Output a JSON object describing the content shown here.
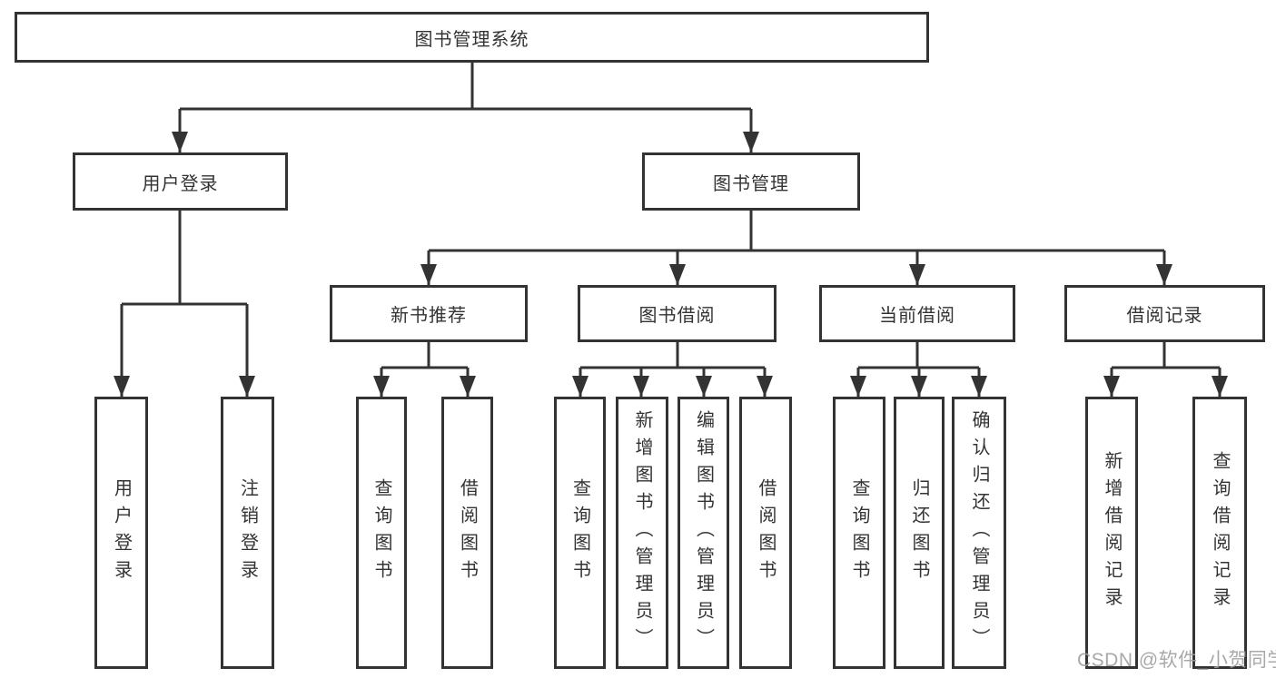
{
  "diagram": {
    "root": "图书管理系统",
    "level2": {
      "user_login": {
        "label": "用户登录",
        "children": [
          "用户登录",
          "注销登录"
        ]
      },
      "book_management": {
        "label": "图书管理",
        "groups": [
          {
            "label": "新书推荐",
            "children": [
              "查询图书",
              "借阅图书"
            ]
          },
          {
            "label": "图书借阅",
            "children": [
              "查询图书",
              "新增图书（管理员）",
              "编辑图书（管理员）",
              "借阅图书"
            ]
          },
          {
            "label": "当前借阅",
            "children": [
              "查询图书",
              "归还图书",
              "确认归还（管理员）"
            ]
          },
          {
            "label": "借阅记录",
            "children": [
              "新增借阅记录",
              "查询借阅记录"
            ]
          }
        ]
      }
    }
  },
  "watermark": "CSDN @软件_小贺同学",
  "colors": {
    "line": "#333333",
    "text": "#333333",
    "watermark": "#9e9e9e",
    "background": "#ffffff"
  }
}
